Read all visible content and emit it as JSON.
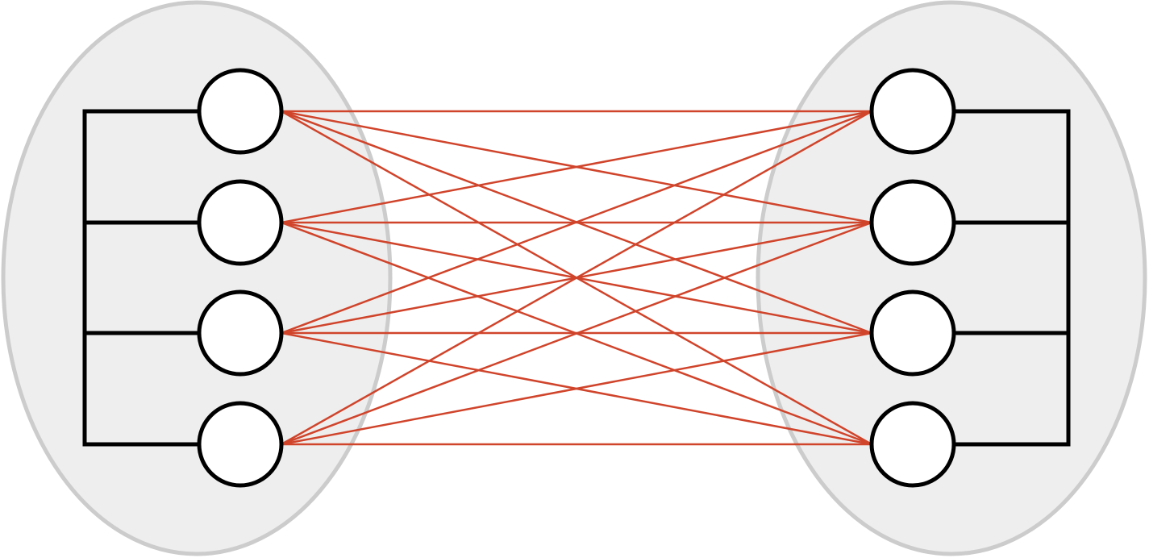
{
  "diagram": {
    "colors": {
      "background": "#ffffff",
      "group_fill": "#eeeeee",
      "group_stroke": "#cccccc",
      "node_fill": "#ffffff",
      "node_stroke": "#000000",
      "bus_stroke": "#000000",
      "link_stroke": "#d0442b"
    },
    "groups": [
      {
        "id": "left-group",
        "node_ids": [
          "L1",
          "L2",
          "L3",
          "L4"
        ]
      },
      {
        "id": "right-group",
        "node_ids": [
          "R1",
          "R2",
          "R3",
          "R4"
        ]
      }
    ],
    "nodes": {
      "left": [
        "L1",
        "L2",
        "L3",
        "L4"
      ],
      "right": [
        "R1",
        "R2",
        "R3",
        "R4"
      ]
    },
    "edges": [
      [
        "L1",
        "R1"
      ],
      [
        "L1",
        "R2"
      ],
      [
        "L1",
        "R3"
      ],
      [
        "L1",
        "R4"
      ],
      [
        "L2",
        "R1"
      ],
      [
        "L2",
        "R2"
      ],
      [
        "L2",
        "R3"
      ],
      [
        "L2",
        "R4"
      ],
      [
        "L3",
        "R1"
      ],
      [
        "L3",
        "R2"
      ],
      [
        "L3",
        "R3"
      ],
      [
        "L3",
        "R4"
      ],
      [
        "L4",
        "R1"
      ],
      [
        "L4",
        "R2"
      ],
      [
        "L4",
        "R3"
      ],
      [
        "L4",
        "R4"
      ]
    ]
  }
}
